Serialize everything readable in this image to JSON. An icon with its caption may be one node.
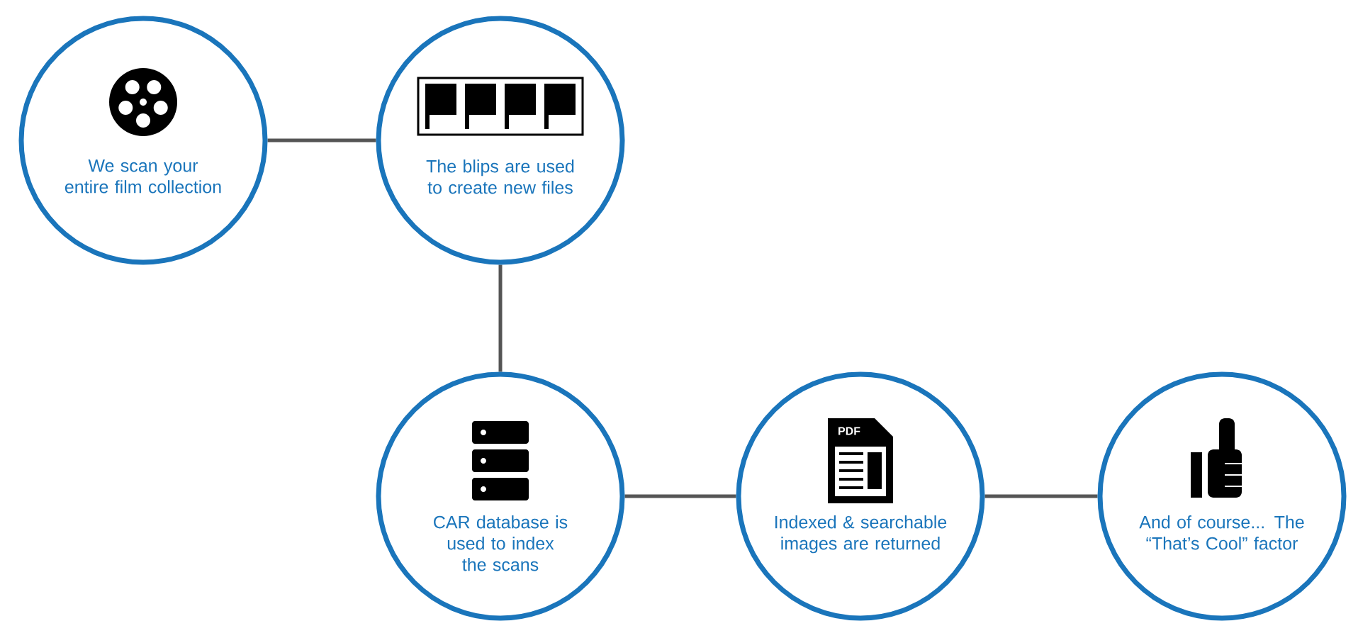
{
  "diagram": {
    "nodes": [
      {
        "text": [
          "We scan your entire film collection"
        ]
      },
      {
        "text": [
          "The blips are used to create new files"
        ]
      },
      {
        "text": [
          "CAR database is used to index the scans"
        ]
      },
      {
        "text": [
          "Indexed & searchable images are returned"
        ]
      },
      {
        "text": [
          "And of course... The “That’s Cool” factor"
        ]
      }
    ],
    "edges": [
      {
        "from": 0,
        "to": 1,
        "arrow": "none"
      },
      {
        "from": 1,
        "to": 2,
        "arrow": "none"
      },
      {
        "from": 2,
        "to": 3,
        "arrow": "none"
      },
      {
        "from": 3,
        "to": 4,
        "arrow": "none"
      }
    ],
    "labels": [
      "PDF"
    ]
  }
}
